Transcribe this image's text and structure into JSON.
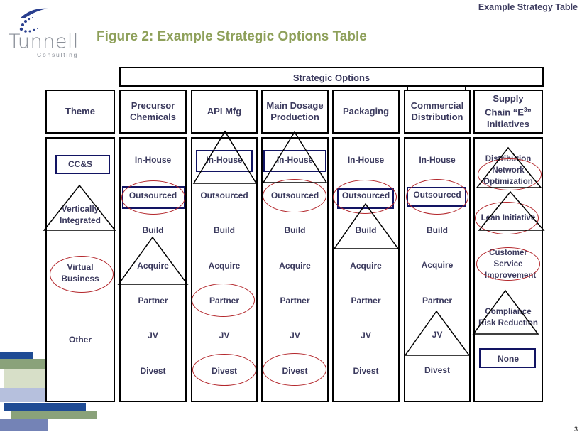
{
  "header": {
    "slide_title": "Example Strategy Table",
    "figure_title": "Figure 2: Example Strategic Options Table",
    "page_number": "3"
  },
  "logo": {
    "name": "Tunnell",
    "subtitle": "Consulting",
    "icon": "swoosh-dots-icon"
  },
  "table": {
    "group_header": "Strategic Options",
    "columns": [
      {
        "id": "theme",
        "label": "Theme"
      },
      {
        "id": "precursor",
        "label": "Precursor Chemicals"
      },
      {
        "id": "api",
        "label": "API Mfg"
      },
      {
        "id": "dosage",
        "label": "Main Dosage Production"
      },
      {
        "id": "packaging",
        "label": "Packaging"
      },
      {
        "id": "commercial",
        "label": "Commercial Distribution"
      },
      {
        "id": "supply",
        "label": "Supply Chain “E³” Initiatives"
      }
    ],
    "theme_items": [
      "CC&S",
      "Vertically Integrated",
      "Virtual Business",
      "Other"
    ],
    "option_items": [
      "In-House",
      "Outsourced",
      "Build",
      "Acquire",
      "Partner",
      "JV",
      "Divest"
    ],
    "supply_items": [
      "Distribution Network Optimization",
      "Lean Initiative",
      "Customer Service Improvement",
      "Compliance Risk Reduction",
      "None"
    ]
  },
  "legend": {
    "rectangle": "CC&S (navy box)",
    "triangle": "Vertically Integrated",
    "ellipse": "Virtual Business",
    "colors": {
      "rect": "#121463",
      "ellipse": "#b3262b",
      "text": "#3b3a5e",
      "title": "#8ea05a"
    }
  }
}
